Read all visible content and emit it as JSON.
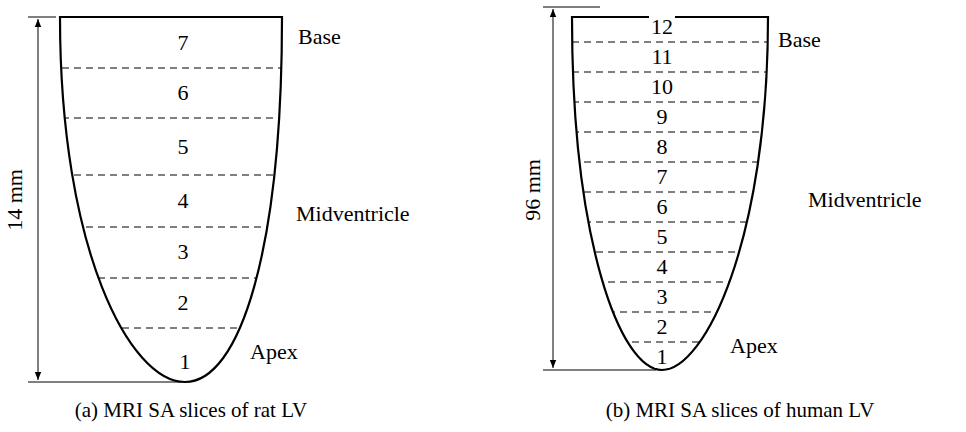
{
  "diagram": {
    "labels": [
      "14 mm",
      "7",
      "6",
      "5",
      "4",
      "3",
      "2",
      "1",
      "Base",
      "Midventricle",
      "Apex",
      "(a) MRI SA slices of rat LV",
      "96 mm",
      "12",
      "11",
      "10",
      "9",
      "8",
      "7",
      "6",
      "5",
      "4",
      "3",
      "2",
      "1",
      "Base",
      "Midventricle",
      "Apex",
      "(b) MRI SA slices of human LV"
    ]
  }
}
